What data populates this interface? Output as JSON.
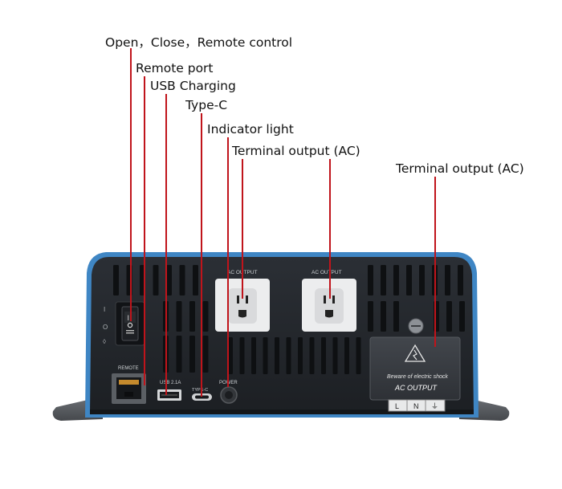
{
  "callouts": [
    {
      "id": "switch",
      "text": "Open，Close，Remote control"
    },
    {
      "id": "remote",
      "text": "Remote port"
    },
    {
      "id": "usb",
      "text": "USB Charging"
    },
    {
      "id": "typec",
      "text": "Type-C"
    },
    {
      "id": "indicator",
      "text": "Indicator light"
    },
    {
      "id": "outlet1",
      "text": "Terminal output (AC)"
    },
    {
      "id": "terminal",
      "text": "Terminal output (AC)"
    }
  ],
  "panel": {
    "outlet1_label": "AC   OUTPUT",
    "outlet2_label": "AC   OUTPUT",
    "switch_marks": [
      "I",
      "O",
      "◊"
    ],
    "remote_label": "REMOTE",
    "usb_label": "USB 2.1A",
    "typec_label": "TYPE-C",
    "power_label": "POWER",
    "warning_text": "Beware of electric shock",
    "cover_title": "AC OUTPUT",
    "terminal_labels": [
      "L",
      "N",
      "⏚"
    ]
  },
  "colors": {
    "leader_line": "#c0141b",
    "housing_blue": "#3f86c4",
    "panel_dark": "#24272c"
  }
}
